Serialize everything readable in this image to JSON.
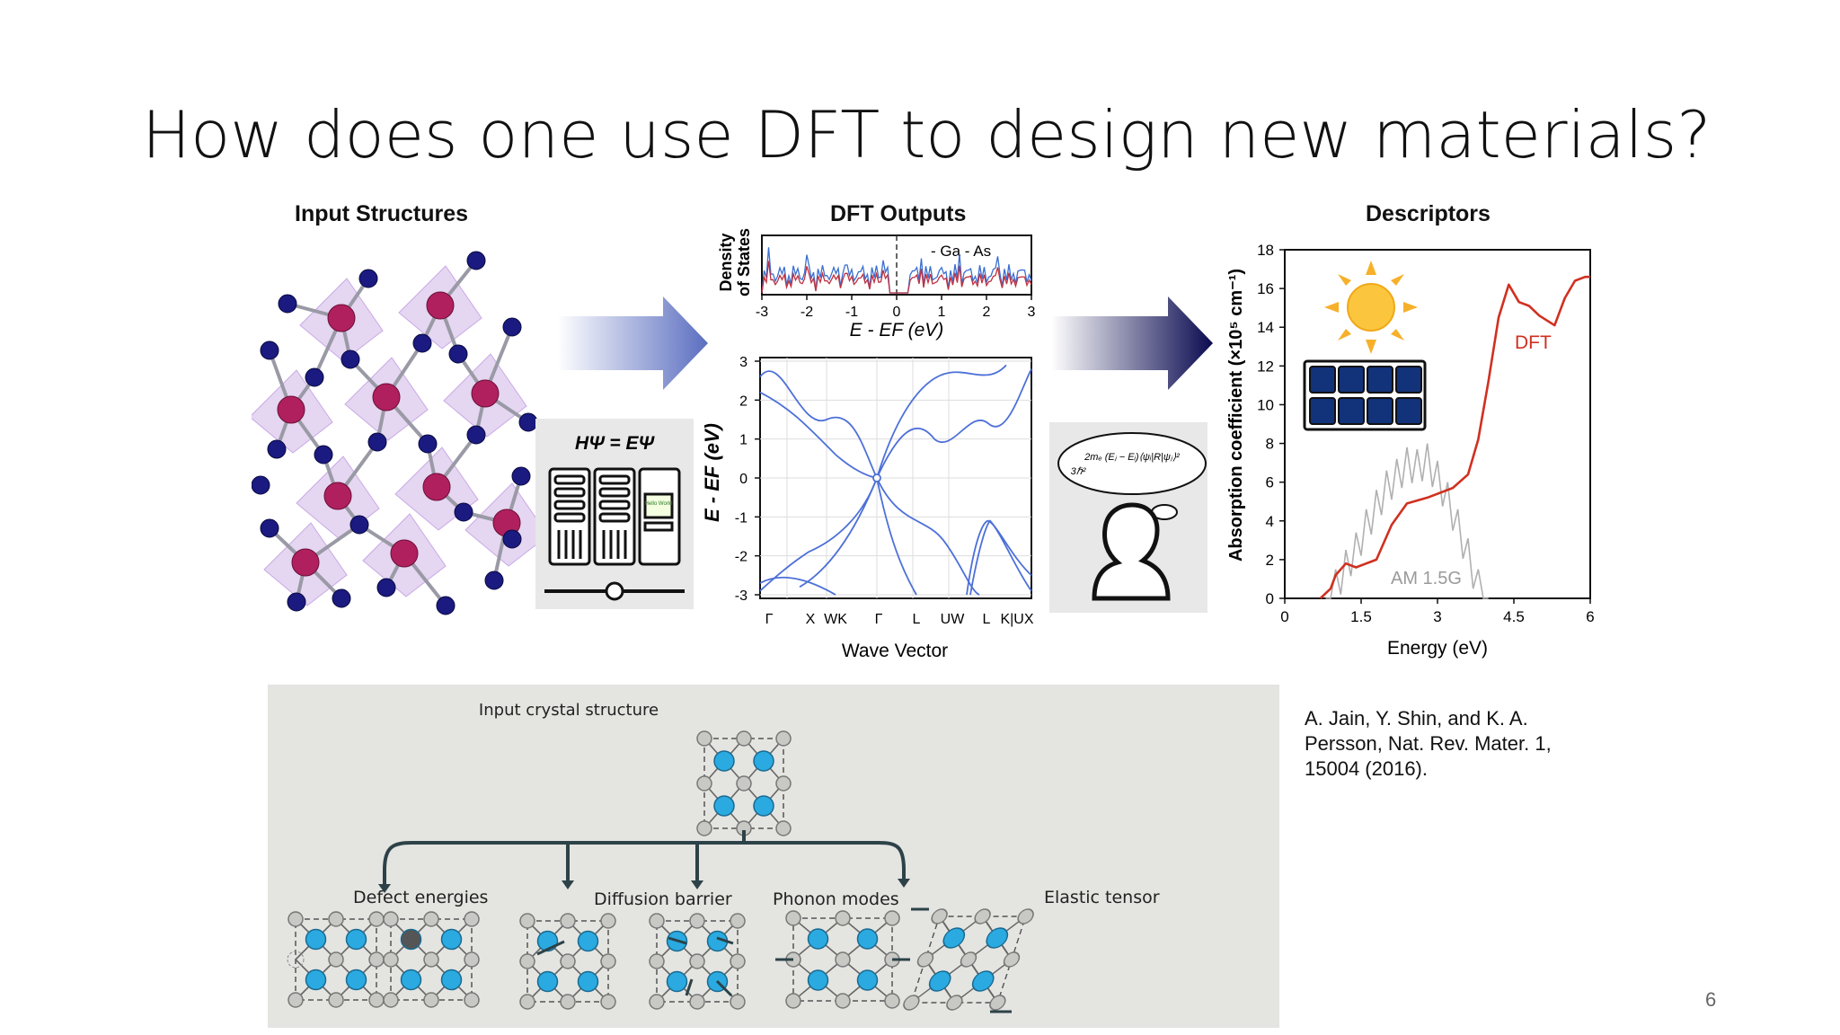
{
  "slide": {
    "title": "How does one use DFT to design new materials?",
    "page_number": "6",
    "citation": "A. Jain, Y. Shin, and K. A. Persson, Nat. Rev. Mater. 1, 15004 (2016)."
  },
  "panel_input": {
    "title": "Input Structures"
  },
  "panel_dft": {
    "title": "DFT Outputs",
    "dos": {
      "ylabel_line1": "Density",
      "ylabel_line2": "of States",
      "xlabel": "E - EF (eV)",
      "xticks": [
        "-3",
        "-2",
        "-1",
        "0",
        "1",
        "2",
        "3"
      ],
      "legend": "- Ga - As"
    },
    "bands": {
      "ylabel": "E - EF (eV)",
      "xlabel": "Wave Vector",
      "yticks": [
        "3",
        "2",
        "1",
        "0",
        "-1",
        "-2",
        "-3"
      ],
      "kpoints": [
        "Γ",
        "X",
        "WK",
        "Γ",
        "L",
        "UW",
        "L",
        "K|UX"
      ]
    },
    "equation": "HΨ = EΨ",
    "screen_text": "Hello World"
  },
  "panel_descriptors": {
    "title": "Descriptors",
    "chart_data": {
      "type": "line",
      "xlabel": "Energy (eV)",
      "ylabel": "Absorption coefficient (×10⁵ cm⁻¹)",
      "xticks": [
        "0",
        "1.5",
        "3",
        "4.5",
        "6"
      ],
      "yticks": [
        "0",
        "2",
        "4",
        "6",
        "8",
        "10",
        "12",
        "14",
        "16",
        "18"
      ],
      "xlim": [
        0,
        6
      ],
      "ylim": [
        0,
        18
      ],
      "series": [
        {
          "name": "DFT",
          "color": "#d03020",
          "x": [
            0.7,
            0.9,
            1.0,
            1.2,
            1.4,
            1.6,
            1.8,
            2.1,
            2.4,
            2.8,
            3.3,
            3.6,
            3.8,
            4.0,
            4.2,
            4.4,
            4.6,
            4.8,
            5.0,
            5.3,
            5.5,
            5.7,
            5.9,
            6.0
          ],
          "y": [
            0,
            0.5,
            1.2,
            1.8,
            1.6,
            1.8,
            2.0,
            3.8,
            4.9,
            5.2,
            5.7,
            6.4,
            8.2,
            11.2,
            14.5,
            16.2,
            15.3,
            15.1,
            14.6,
            14.1,
            15.5,
            16.4,
            16.6,
            16.6
          ]
        },
        {
          "name": "AM 1.5G",
          "color": "#b0b0b0",
          "x": [
            0.8,
            1.0,
            1.2,
            1.4,
            1.6,
            1.8,
            2.0,
            2.2,
            2.4,
            2.6,
            2.8,
            3.0,
            3.2,
            3.4,
            3.6,
            3.8,
            4.0
          ],
          "y": [
            0,
            1.5,
            2.5,
            3.4,
            4.6,
            5.6,
            6.6,
            7.2,
            7.8,
            7.7,
            8.0,
            7.1,
            6.0,
            4.6,
            3.1,
            1.5,
            0
          ]
        }
      ]
    }
  },
  "bottom": {
    "top_label": "Input crystal structure",
    "labels": [
      "Defect energies",
      "Diffusion barrier",
      "Phonon modes",
      "Elastic tensor"
    ]
  },
  "colors": {
    "arrow_light": "#5b6ec0",
    "arrow_dark": "#0a0a50",
    "atom_large": "#b0205e",
    "atom_small": "#1a1a80",
    "tetra": "#b48ad8",
    "bottom_bg": "#e4e4e1",
    "atom_blue": "#2aaae0"
  }
}
